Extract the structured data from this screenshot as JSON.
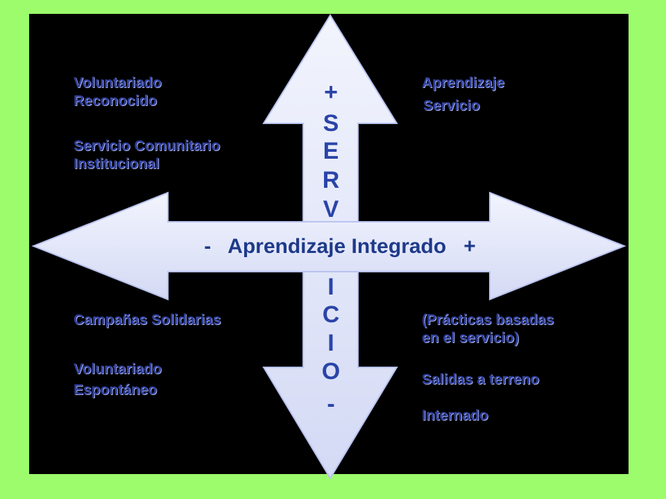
{
  "horizontal_axis": {
    "minus": "-",
    "label": "Aprendizaje Integrado",
    "plus": "+"
  },
  "vertical_axis": {
    "plus": "+",
    "letters": [
      "S",
      "E",
      "R",
      "V",
      "I",
      "C",
      "I",
      "O"
    ],
    "minus": "-"
  },
  "quadrants": {
    "top_left": [
      "Voluntariado",
      "Reconocido",
      "Servicio Comunitario",
      "Institucional"
    ],
    "top_right": [
      "Aprendizaje",
      "Servicio"
    ],
    "bottom_left": [
      "Campañas Solidarias",
      "Voluntariado",
      "Espontáneo"
    ],
    "bottom_right": [
      "(Prácticas basadas",
      "en el servicio)",
      "Salidas a terreno",
      "Internado"
    ]
  },
  "colors": {
    "background": "#9cfc6c",
    "panel": "#000000",
    "arrow_fill": "#e4e8fb",
    "text": "#2f3f9f"
  }
}
